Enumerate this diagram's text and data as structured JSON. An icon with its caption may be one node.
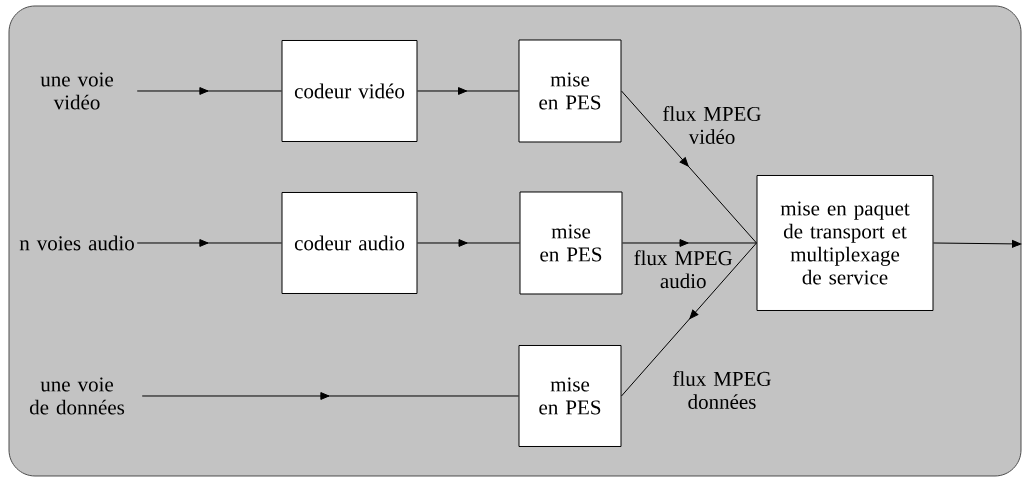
{
  "diagram": {
    "nodes": [
      {
        "text": [
          "une voie vidéo"
        ]
      },
      {
        "text": [
          "codeur vidéo"
        ]
      },
      {
        "text": [
          "mise en PES"
        ]
      },
      {
        "text": [
          "n voies audio"
        ]
      },
      {
        "text": [
          "codeur audio"
        ]
      },
      {
        "text": [
          "mise en PES"
        ]
      },
      {
        "text": [
          "une voie de données"
        ]
      },
      {
        "text": [
          "mise en PES"
        ]
      },
      {
        "text": [
          "mise en paquet de transport et multiplexage de service"
        ]
      }
    ],
    "edges": [
      {
        "from": 0,
        "to": 1,
        "arrow": "to"
      },
      {
        "from": 1,
        "to": 2,
        "arrow": "to"
      },
      {
        "from": 2,
        "to": 8,
        "arrow": "to",
        "label": "flux MPEG vidéo"
      },
      {
        "from": 3,
        "to": 4,
        "arrow": "to"
      },
      {
        "from": 4,
        "to": 5,
        "arrow": "to"
      },
      {
        "from": 5,
        "to": 8,
        "arrow": "to",
        "label": "flux MPEG audio"
      },
      {
        "from": 6,
        "to": 7,
        "arrow": "to"
      },
      {
        "from": 8,
        "to": 7,
        "arrow": "to",
        "label": "flux MPEG données"
      },
      {
        "from": 8,
        "to": null,
        "arrow": "to"
      }
    ]
  }
}
